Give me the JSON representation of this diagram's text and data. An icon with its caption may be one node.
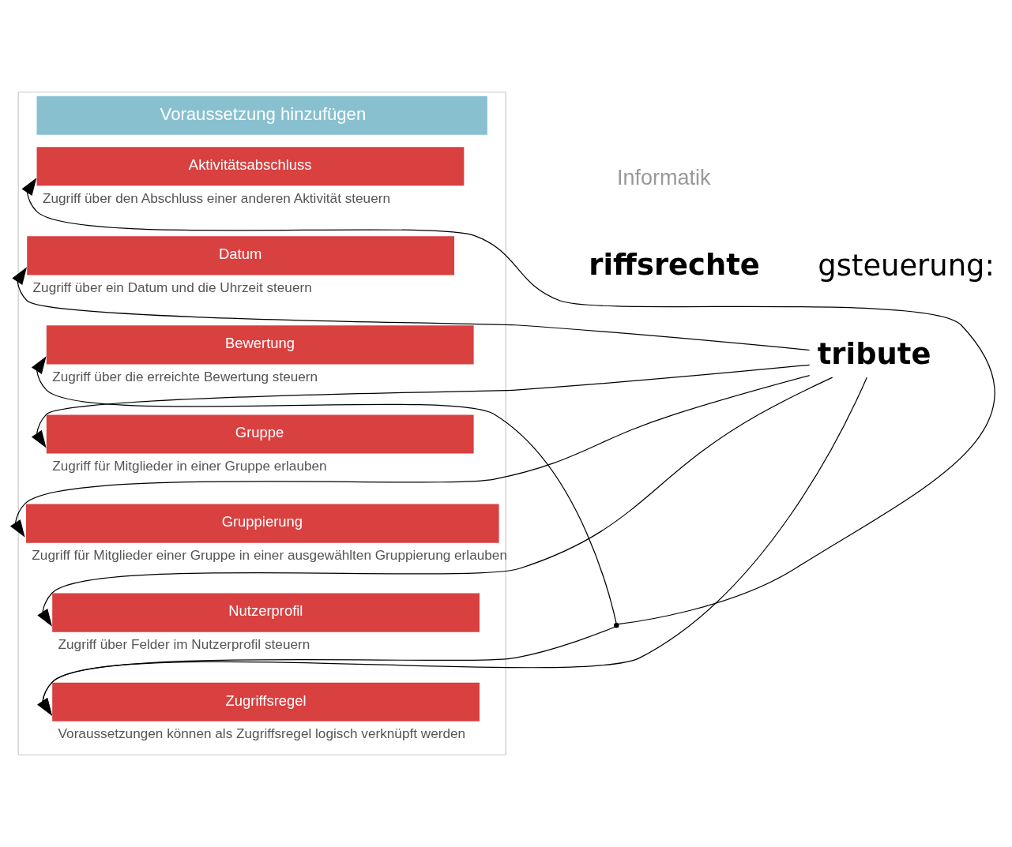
{
  "diagram": {
    "nodes": [
      {
        "text": [
          "Voraussetzung hinzufügen"
        ]
      },
      {
        "text": [
          "Aktivitätsabschluss"
        ],
        "in": 0,
        "beside": [
          "Zugriff über den Abschluss einer anderen Aktivität steuern"
        ]
      },
      {
        "text": [
          "Datum"
        ],
        "in": 0,
        "beside": [
          "Zugriff über ein Datum und die Uhrzeit steuern"
        ]
      },
      {
        "text": [
          "Bewertung"
        ],
        "in": 0,
        "beside": [
          "Zugriff über die erreichte Bewertung steuern"
        ]
      },
      {
        "text": [
          "Gruppe"
        ],
        "in": 0,
        "beside": [
          "Zugriff für Mitglieder in einer Gruppe erlauben"
        ]
      },
      {
        "text": [
          "Gruppierung"
        ],
        "in": 0,
        "beside": [
          "Zugriff für Mitglieder einer Gruppe in einer ausgewählten Gruppierung erlauben"
        ]
      },
      {
        "text": [
          "Nutzerprofil"
        ],
        "in": 0,
        "beside": [
          "Zugriff über Felder im Nutzerprofil steuern"
        ]
      },
      {
        "text": [
          "Zugriffsregel"
        ],
        "in": 0,
        "beside": [
          "Voraussetzungen können als Zugriffsregel logisch verknüpft werden"
        ]
      },
      {
        "text": [
          "tribute"
        ]
      },
      {
        "text": [],
        "shape": "point"
      }
    ],
    "edges": [
      {
        "from": 8,
        "to": 2,
        "arrow": "to"
      },
      {
        "from": 8,
        "to": 4,
        "arrow": "to"
      },
      {
        "from": 8,
        "to": 5,
        "arrow": "to"
      },
      {
        "from": 8,
        "to": 6,
        "arrow": "to"
      },
      {
        "from": 8,
        "to": 7,
        "arrow": "to"
      },
      {
        "from": 9,
        "to": 1,
        "arrow": "to"
      },
      {
        "from": 9,
        "to": 3,
        "arrow": "to"
      },
      {
        "from": 9,
        "to": 7,
        "arrow": "to"
      }
    ],
    "labels": [
      "Informatik",
      "riffsrechte",
      "gsteuerung:"
    ]
  }
}
